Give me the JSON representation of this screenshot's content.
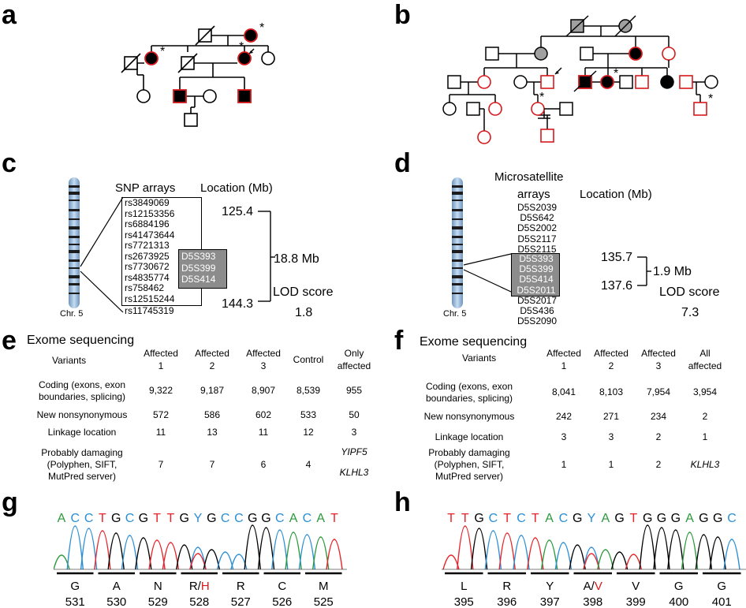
{
  "labels": {
    "a": "a",
    "b": "b",
    "c": "c",
    "d": "d",
    "e": "e",
    "f": "f",
    "g": "g",
    "h": "h"
  },
  "pedigree_marks": {
    "star": "*"
  },
  "panel_c": {
    "snp_header": "SNP arrays",
    "location_header": "Location (Mb)",
    "snps": [
      "rs3849069",
      "rs12153356",
      "rs6884196",
      "rs41473644",
      "rs7721313",
      "rs2673925",
      "rs7730672",
      "rs4835774",
      "rs758462",
      "rs12515244",
      "rs11745319"
    ],
    "markers": [
      "D5S393",
      "D5S399",
      "D5S414"
    ],
    "loc_top": "125.4",
    "loc_bottom": "144.3",
    "span": "18.8 Mb",
    "lod_label": "LOD score",
    "lod_value": "1.8",
    "chr_label": "Chr. 5"
  },
  "panel_d": {
    "header_line1": "Microsatellite",
    "header_line2": "arrays",
    "location_header": "Location (Mb)",
    "markers_above": [
      "D5S2039",
      "D5S642",
      "D5S2002",
      "D5S2117",
      "D5S2115"
    ],
    "markers_box": [
      "D5S393",
      "D5S399",
      "D5S414",
      "D5S2011"
    ],
    "markers_below": [
      "D5S2017",
      "D5S436",
      "D5S2090"
    ],
    "loc_top": "135.7",
    "loc_bottom": "137.6",
    "span": "1.9 Mb",
    "lod_label": "LOD score",
    "lod_value": "7.3",
    "chr_label": "Chr. 5"
  },
  "panel_e": {
    "title": "Exome sequencing",
    "variants_label": "Variants",
    "col_headers": [
      [
        "Affected",
        "1"
      ],
      [
        "Affected",
        "2"
      ],
      [
        "Affected",
        "3"
      ],
      [
        "Control",
        ""
      ],
      [
        "Only",
        "affected"
      ]
    ],
    "rows": [
      {
        "label": [
          "Coding (exons, exon",
          "boundaries, splicing)"
        ],
        "values": [
          "9,322",
          "9,187",
          "8,907",
          "8,539",
          "955"
        ]
      },
      {
        "label": [
          "New nonsynonymous"
        ],
        "values": [
          "572",
          "586",
          "602",
          "533",
          "50"
        ]
      },
      {
        "label": [
          "Linkage location"
        ],
        "values": [
          "11",
          "13",
          "11",
          "12",
          "3"
        ]
      },
      {
        "label": [
          "Probably damaging",
          "(Polyphen, SIFT,",
          "MutPred server)"
        ],
        "values": [
          "7",
          "7",
          "6",
          "4",
          ""
        ]
      }
    ],
    "genes": [
      "YIPF5",
      "KLHL3"
    ]
  },
  "panel_f": {
    "title": "Exome sequencing",
    "variants_label": "Variants",
    "col_headers": [
      [
        "Affected",
        "1"
      ],
      [
        "Affected",
        "2"
      ],
      [
        "Affected",
        "3"
      ],
      [
        "All",
        "affected"
      ]
    ],
    "rows": [
      {
        "label": [
          "Coding (exons, exon",
          "boundaries, splicing)"
        ],
        "values": [
          "8,041",
          "8,103",
          "7,954",
          "3,954"
        ]
      },
      {
        "label": [
          "New nonsynonymous"
        ],
        "values": [
          "242",
          "271",
          "234",
          "2"
        ]
      },
      {
        "label": [
          "Linkage location"
        ],
        "values": [
          "3",
          "3",
          "2",
          "1"
        ]
      },
      {
        "label": [
          "Probably damaging",
          "(Polyphen, SIFT,",
          "MutPred server)"
        ],
        "values": [
          "1",
          "1",
          "2",
          "KLHL3"
        ]
      }
    ]
  },
  "panel_g": {
    "bases": [
      "A",
      "C",
      "C",
      "T",
      "G",
      "C",
      "G",
      "T",
      "T",
      "G",
      "Y",
      "G",
      "C",
      "C",
      "G",
      "G",
      "C",
      "A",
      "C",
      "A",
      "T"
    ],
    "amino_acids": [
      "G",
      "A",
      "N",
      "R/",
      "R",
      "C",
      "M"
    ],
    "mutant_aa": "H",
    "positions": [
      "531",
      "530",
      "529",
      "528",
      "527",
      "526",
      "525"
    ]
  },
  "panel_h": {
    "bases": [
      "T",
      "T",
      "G",
      "C",
      "T",
      "C",
      "T",
      "A",
      "C",
      "G",
      "Y",
      "A",
      "G",
      "T",
      "G",
      "G",
      "G",
      "A",
      "G",
      "G",
      "C"
    ],
    "amino_acids": [
      "L",
      "R",
      "Y",
      "A/",
      "V",
      "G",
      "G"
    ],
    "mutant_aa": "V",
    "positions": [
      "395",
      "396",
      "397",
      "398",
      "399",
      "400",
      "401"
    ]
  },
  "colors": {
    "affected_red": "#d7191c",
    "base_A": "#2a9a3a",
    "base_C": "#2b8fd6",
    "base_G": "#000000",
    "base_T": "#e8232a",
    "gray_box": "#8c8c8c",
    "carrier_gray": "#a0a0a0"
  }
}
